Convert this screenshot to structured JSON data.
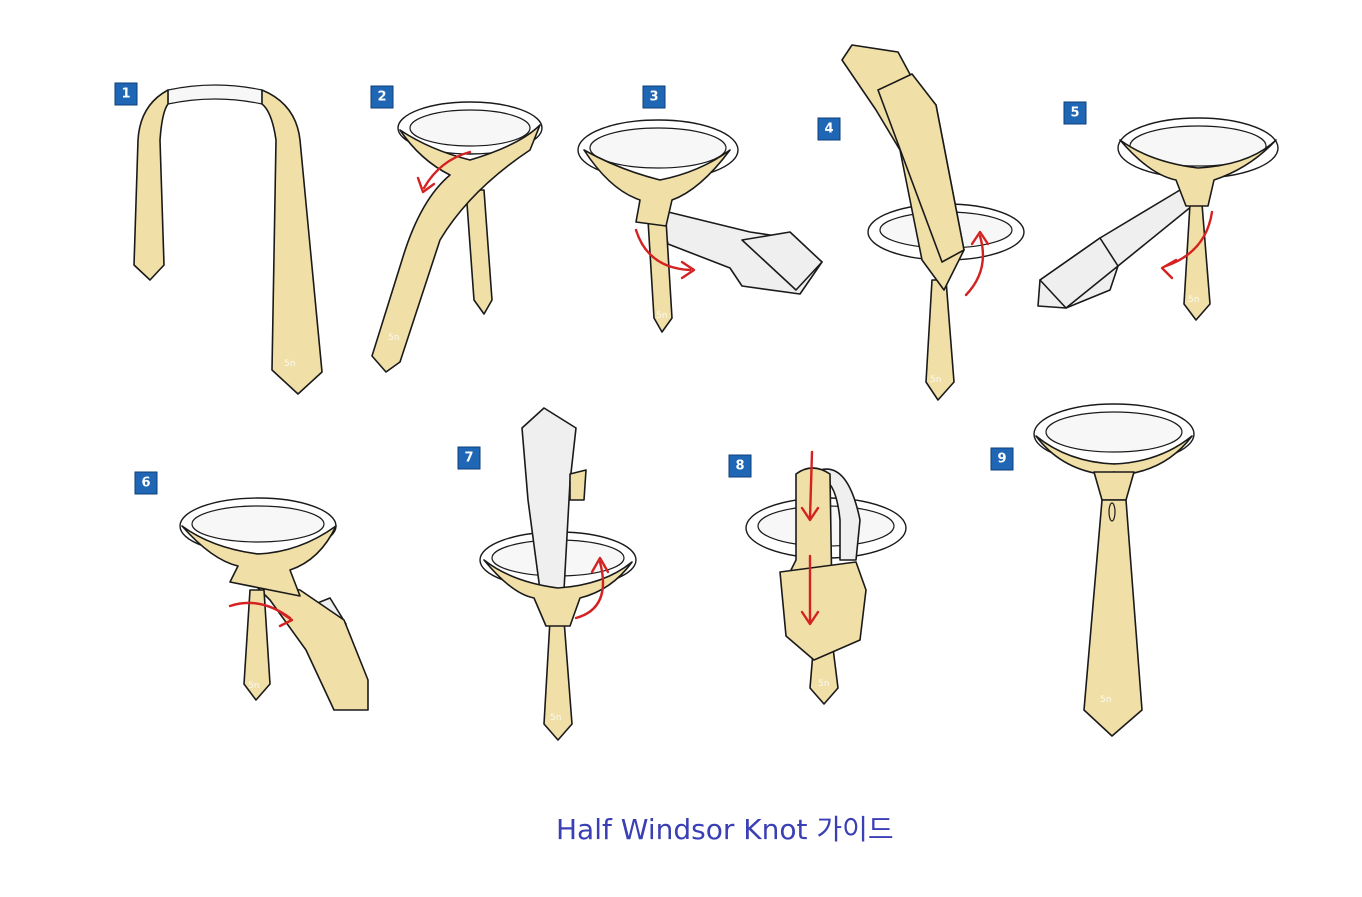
{
  "caption": "Half Windsor Knot 가이드",
  "steps": [
    {
      "number": "1"
    },
    {
      "number": "2"
    },
    {
      "number": "3"
    },
    {
      "number": "4"
    },
    {
      "number": "5"
    },
    {
      "number": "6"
    },
    {
      "number": "7"
    },
    {
      "number": "8"
    },
    {
      "number": "9"
    }
  ],
  "colors": {
    "tie_fill": "#f0dfa7",
    "tie_back": "#efefef",
    "badge": "#1f66b4",
    "arrow": "#d42222",
    "caption": "#3a3fb5"
  },
  "icons": {
    "badge": "numbered-square-badge",
    "arrow": "red-curved-arrow"
  }
}
